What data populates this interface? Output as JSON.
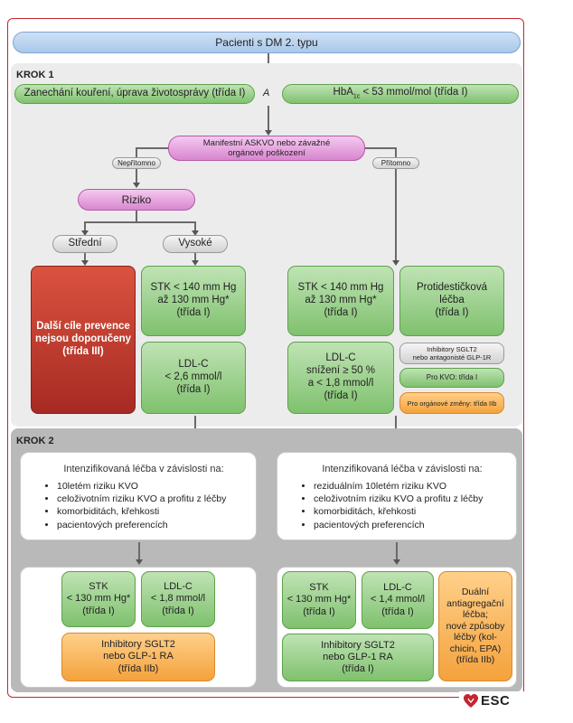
{
  "top": {
    "title": "Pacienti s DM 2. typu"
  },
  "krok1": {
    "label": "KROK 1",
    "lifestyle": "Zanechání kouření, úprava životosprávy (třída I)",
    "and": "A",
    "hba1c_main": "HbA",
    "hba1c_sub": "1c",
    "hba1c_rest": " < 53 mmol/mol (třída I)",
    "decision": "Manifestní ASKVO nebo závažné\norgánové poškození",
    "absent": "Nepřítomno",
    "present": "Přítomno",
    "risk": "Riziko",
    "moderate": "Střední",
    "high": "Vysoké",
    "red_box": "Další cíle prevence\nnejsou doporučeny\n(třída III)",
    "stk_left": "STK < 140 mm Hg\naž 130 mm Hg*\n(třída I)",
    "ldl_left": "LDL-C\n< 2,6 mmol/l\n(třída I)",
    "stk_right": "STK < 140 mm Hg\naž 130 mm Hg*\n(třída I)",
    "antiplatelet": "Protidestičková\nléčba\n(třída I)",
    "ldl_right": "LDL-C\nsnížení ≥ 50 %\na < 1,8 mmol/l\n(třída I)",
    "sglt2_grey": "Inhibitory SGLT2\nnebo antagonisté GLP-1R",
    "kvo": "Pro KVO: třída I",
    "organ": "Pro orgánové změny: třída IIb"
  },
  "krok2": {
    "label": "KROK 2",
    "left_title": "Intenzifikovaná léčba v závislosti na:",
    "left_items": [
      "10letém riziku KVO",
      "celoživotním riziku KVO a profitu z léčby",
      "komorbiditách, křehkosti",
      "pacientových preferencích"
    ],
    "right_title": "Intenzifikovaná léčba v závislosti na:",
    "right_items": [
      "reziduálním 10letém riziku KVO",
      "celoživotním riziku KVO a profitu z léčby",
      "komorbiditách, křehkosti",
      "pacientových preferencích"
    ],
    "stk_left": "STK\n< 130 mm Hg*\n(třída I)",
    "ldl_left": "LDL-C\n< 1,8 mmol/l\n(třída I)",
    "sglt2_left": "Inhibitory SGLT2\nnebo GLP-1 RA\n(třída IIb)",
    "stk_right": "STK\n< 130 mm Hg*\n(třída I)",
    "ldl_right": "LDL-C\n< 1,4 mmol/l\n(třída I)",
    "dual": "Duální\nantiagregační\nléčba;\nnové způsoby\nléčby (kol-\nchicin, EPA)\n(třída IIb)",
    "sglt2_right": "Inhibitory SGLT2\nnebo GLP-1 RA\n(třída I)"
  },
  "logo": {
    "text": "ESC"
  },
  "colors": {
    "frame": "#c4262e",
    "green": "#7fc16e",
    "magenta": "#d886cf",
    "red": "#a72a23",
    "orange": "#f4a23c",
    "blue": "#a9c8ea"
  }
}
